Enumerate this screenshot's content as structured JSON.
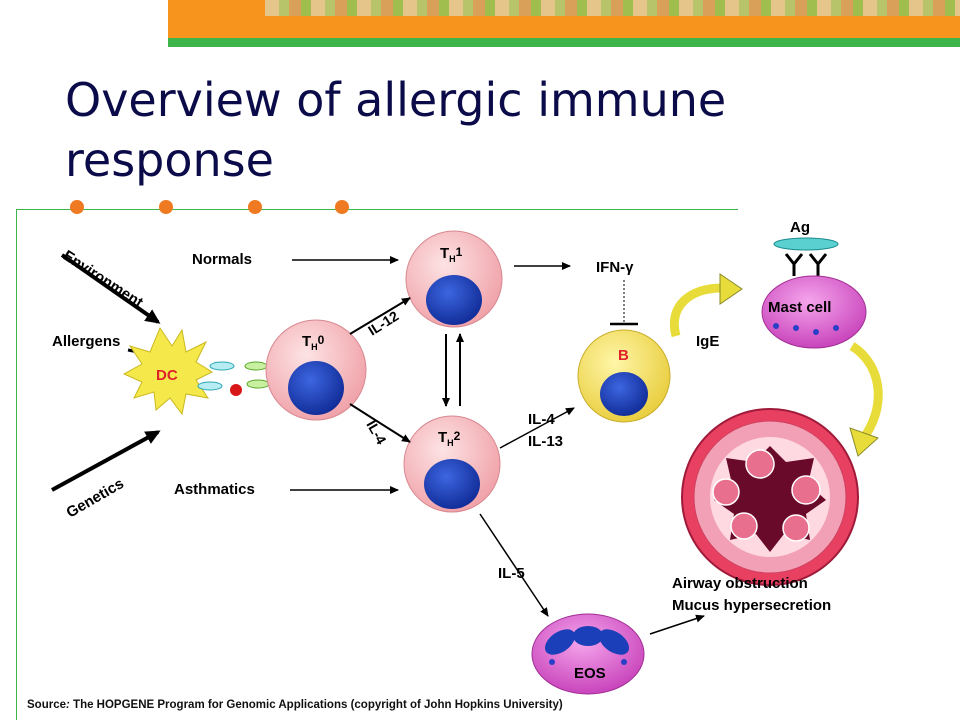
{
  "slide": {
    "title": "Overview of allergic immune response"
  },
  "diagram": {
    "inputs": {
      "environment": "Environment",
      "allergens": "Allergens",
      "genetics": "Genetics"
    },
    "dc": "DC",
    "groups": {
      "normals": "Normals",
      "asthmatics": "Asthmatics"
    },
    "cells": {
      "th0": {
        "main": "T",
        "sub": "H",
        "sup": "0"
      },
      "th1": {
        "main": "T",
        "sub": "H",
        "sup": "1"
      },
      "th2": {
        "main": "T",
        "sub": "H",
        "sup": "2"
      },
      "b": "B",
      "mast": "Mast cell",
      "eos": "EOS"
    },
    "cytokines": {
      "il12": "IL-12",
      "il4_th0": "IL-4",
      "ifn": "IFN-γ",
      "il4": "IL-4",
      "il13": "IL-13",
      "ige": "IgE",
      "il5": "IL-5"
    },
    "ag": "Ag",
    "outcomes": {
      "line1": "Airway obstruction",
      "line2": "Mucus hypersecretion"
    }
  },
  "source": {
    "label": "Source",
    "colon": ":",
    "text": " The HOPGENE Program for Genomic Applications (copyright of John Hopkins University)"
  },
  "colors": {
    "title": "#0b0b4a",
    "orange_bar": "#f7941d",
    "green_bar": "#3db54a",
    "bullet": "#f07a22",
    "t_cell": "#f4b4b8",
    "nucleus": "#1a3fb8",
    "b_cell": "#f5e36b",
    "mast_cell": "#dd55cc",
    "eos": "#d85ad8",
    "dc": "#f5e84a",
    "airway": "#e84060"
  }
}
